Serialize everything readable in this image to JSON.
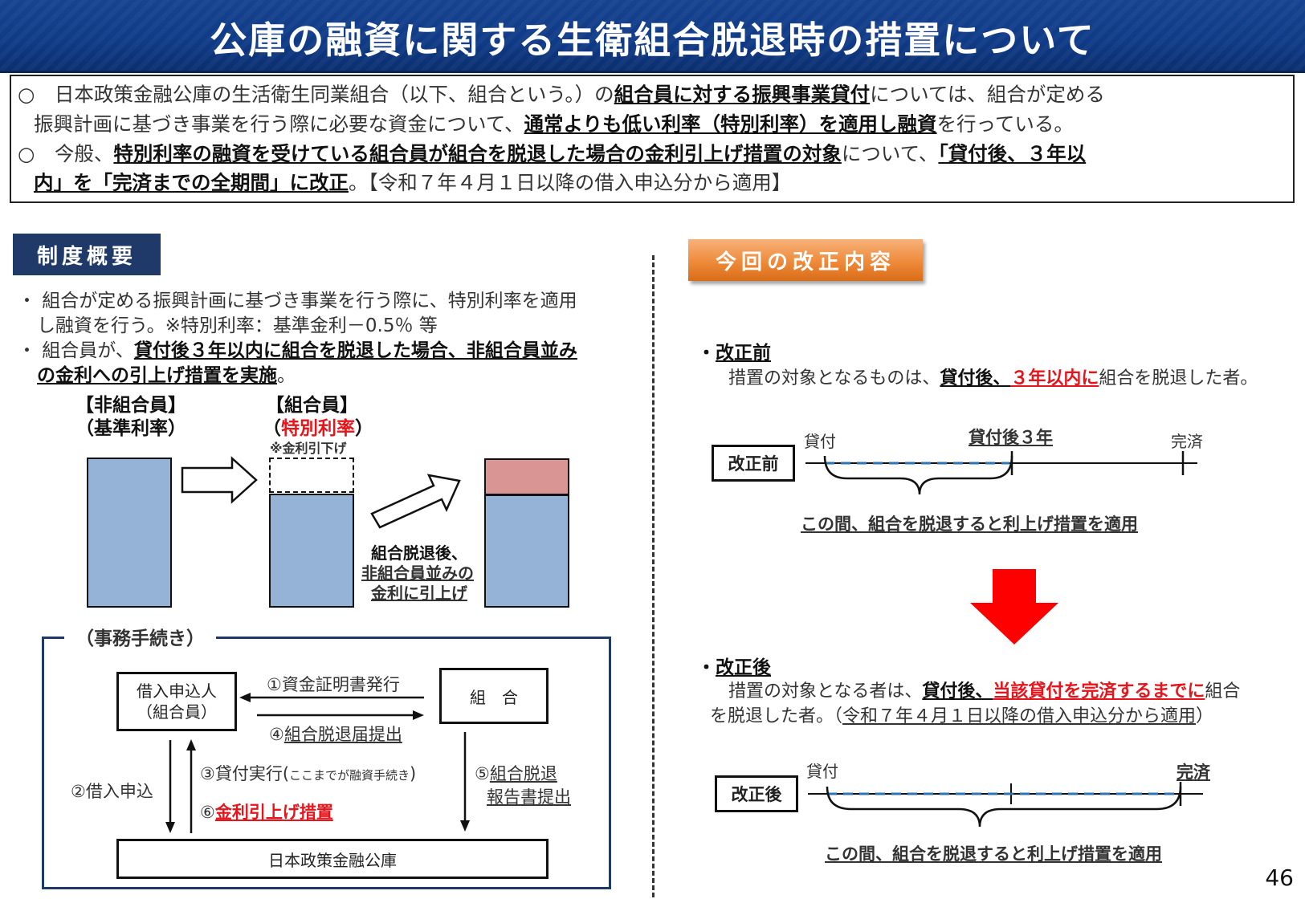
{
  "title": "公庫の融資に関する生衛組合脱退時の措置について",
  "summary": {
    "line1": [
      "○　日本政策金融公庫の生活衛生同業組合（以下、組合という。）の",
      "組合員に対する振興事業貸付",
      "については、組合が定める"
    ],
    "line2": [
      "振興計画に基づき事業を行う際に必要な資金について、",
      "通常よりも低い利率（特別利率）を適用し融資",
      "を行っている。"
    ],
    "line3": [
      "○　今般、",
      "特別利率の融資を受けている組合員が組合を脱退した場合の金利引上げ措置の対象",
      "について、",
      "「貸付後、３年以"
    ],
    "line4": [
      "内」を「完済までの全期間」に改正",
      "。【令和７年４月１日以降の借入申込分から適用】"
    ]
  },
  "left": {
    "tag": "制度概要",
    "bullet1_a": "・ 組合が定める振興計画に基づき事業を行う際に、特別利率を適用",
    "bullet1_b": "し融資を行う。※特別利率：基準金利－0.5％ 等",
    "bullet2_pre": "・ 組合員が、",
    "bullet2_u1": "貸付後３年以内に組合を脱退した場合、非組合員並み",
    "bullet2_u2": "の金利への引上げ措置を実施",
    "bullet2_end": "。",
    "non_member_1": "【非組合員】",
    "non_member_2": "（基準利率）",
    "member_1": "【組合員】",
    "member_2_open": "（",
    "member_2_red": "特別利率",
    "member_2_close": "）",
    "member_note": "※金利引下げ",
    "after_1": "組合脱退後、",
    "after_2": "非組合員並みの",
    "after_3": "金利に引上げ",
    "procedure": {
      "title": "（事務手続き）",
      "applicant_1": "借入申込人",
      "applicant_2": "（組合員）",
      "union": "組　合",
      "jfc": "日本政策金融公庫",
      "step1": "①資金証明書発行",
      "step4_num": "④",
      "step4_text": "組合脱退届提出",
      "step2": "②借入申込",
      "step3_main": "③貸付実行(",
      "step3_small": "ここまでが融資手続き",
      "step3_close": ")",
      "step6_num": "⑥",
      "step6_text": "金利引上げ措置",
      "step5_num": "⑤",
      "step5_text1": "組合脱退",
      "step5_text2": "報告書提出"
    }
  },
  "right": {
    "tag": "今回の改正内容",
    "before": {
      "heading_bullet": "・",
      "heading": "改正前",
      "desc_pre": "措置の対象となるものは、",
      "desc_u": "貸付後、",
      "desc_red": "３年以内に",
      "desc_post": "組合を脱退した者。",
      "label": "改正前",
      "start": "貸付",
      "mid": "貸付後３年",
      "end": "完済",
      "caption": "この間、組合を脱退すると利上げ措置を適用"
    },
    "after": {
      "heading_bullet": "・",
      "heading": "改正後",
      "desc_pre": "措置の対象となる者は、",
      "desc_u": "貸付後、",
      "desc_red": "当該貸付を完済するまでに",
      "desc_post": "組合",
      "desc2_pre": "を脱退した者。（",
      "desc2_u": "令和７年４月１日以降の借入申込分から適用",
      "desc2_post": "）",
      "label": "改正後",
      "start": "貸付",
      "end": "完済",
      "caption": "この間、組合を脱退すると利上げ措置を適用"
    }
  },
  "page_number": "46",
  "colors": {
    "navy": "#1f3a68",
    "title_blue": "#0f3a86",
    "orange": "#ee8a3a",
    "red": "#e8141b",
    "bar_blue": "#95b3d7",
    "bar_pink": "#d99594"
  }
}
